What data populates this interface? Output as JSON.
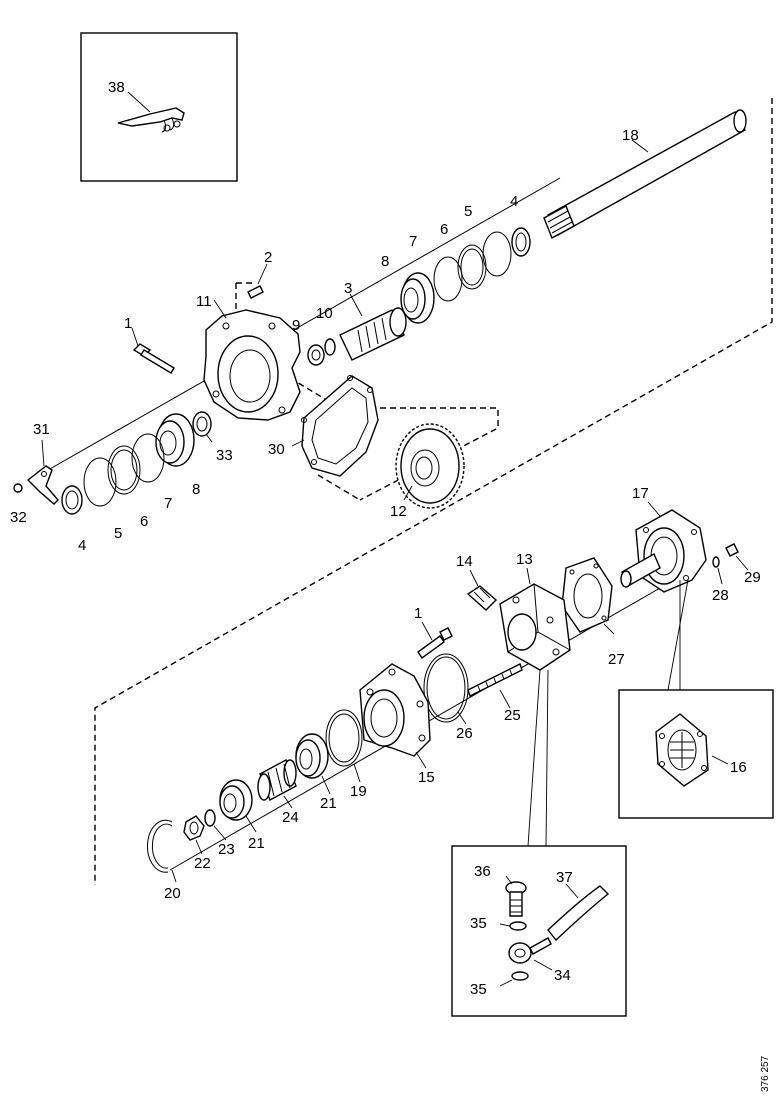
{
  "labels": {
    "l38": "38",
    "l18": "18",
    "l4a": "4",
    "l5a": "5",
    "l6a": "6",
    "l7a": "7",
    "l8a": "8",
    "l2": "2",
    "l3": "3",
    "l10": "10",
    "l9": "9",
    "l11": "11",
    "l1a": "1",
    "l31": "31",
    "l32": "32",
    "l4b": "4",
    "l5b": "5",
    "l6b": "6",
    "l7b": "7",
    "l8b": "8",
    "l33": "33",
    "l30": "30",
    "l12": "12",
    "l17": "17",
    "l29": "29",
    "l28": "28",
    "l14": "14",
    "l13": "13",
    "l27": "27",
    "l1b": "1",
    "l26": "26",
    "l25": "25",
    "l16": "16",
    "l15": "15",
    "l19": "19",
    "l21a": "21",
    "l24": "24",
    "l21b": "21",
    "l23": "23",
    "l22": "22",
    "l20": "20",
    "l36": "36",
    "l37": "37",
    "l35a": "35",
    "l34": "34",
    "l35b": "35"
  },
  "doc_id": "376 257"
}
